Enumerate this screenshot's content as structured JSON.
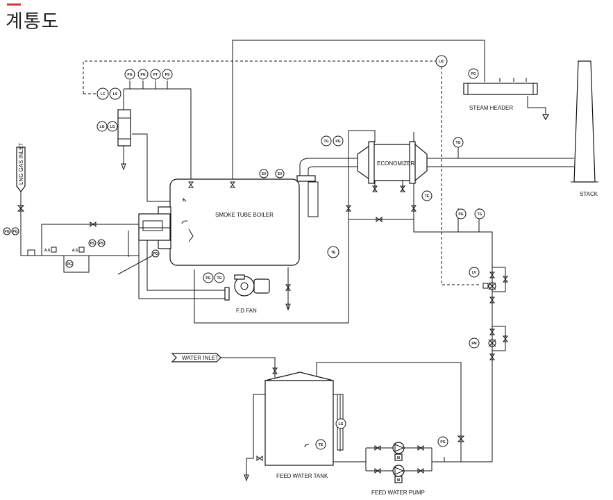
{
  "page": {
    "title": "계통도",
    "accent_color": "#e0322c"
  },
  "diagram": {
    "equipment": {
      "boiler": "SMOKE TUBE BOILER",
      "economizer": "ECONOMIZER",
      "steam_header": "STEAM HEADER",
      "stack": "STACK",
      "fd_fan": "F.D FAN",
      "feed_water_tank": "FEED WATER TANK",
      "feed_water_pump": "FEED WATER PUMP",
      "water_inlet": "WATER INLET",
      "lng_gas_inlet": "LNG GAS INLET"
    },
    "instruments": {
      "lic": "LIC",
      "lc": "LC",
      "ls": "LS",
      "lg": "LG",
      "pg": "PG",
      "pt": "PT",
      "ps": "PS",
      "tg": "TG",
      "te": "TE",
      "sv": "SV",
      "lv": "LV",
      "fm": "FM",
      "m": "M",
      "as": "A.S"
    }
  }
}
